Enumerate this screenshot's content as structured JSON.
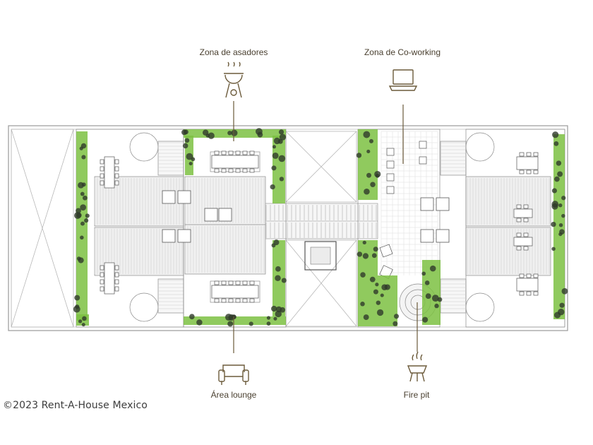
{
  "labels": {
    "grill": "Zona de asadores",
    "coworking": "Zona de Co-working",
    "lounge": "Área lounge",
    "firepit": "Fire pit"
  },
  "icons": {
    "grill": "grill-icon",
    "coworking": "laptop-icon",
    "lounge": "armchair-icon",
    "firepit": "fire-pit-icon"
  },
  "watermark": "©2023 Rent-A-House Mexico",
  "colors": {
    "line": "#8a8a8a",
    "greenery": "#7dc142",
    "foliage": "#2f3a2a",
    "icon": "#6b5a3a"
  }
}
